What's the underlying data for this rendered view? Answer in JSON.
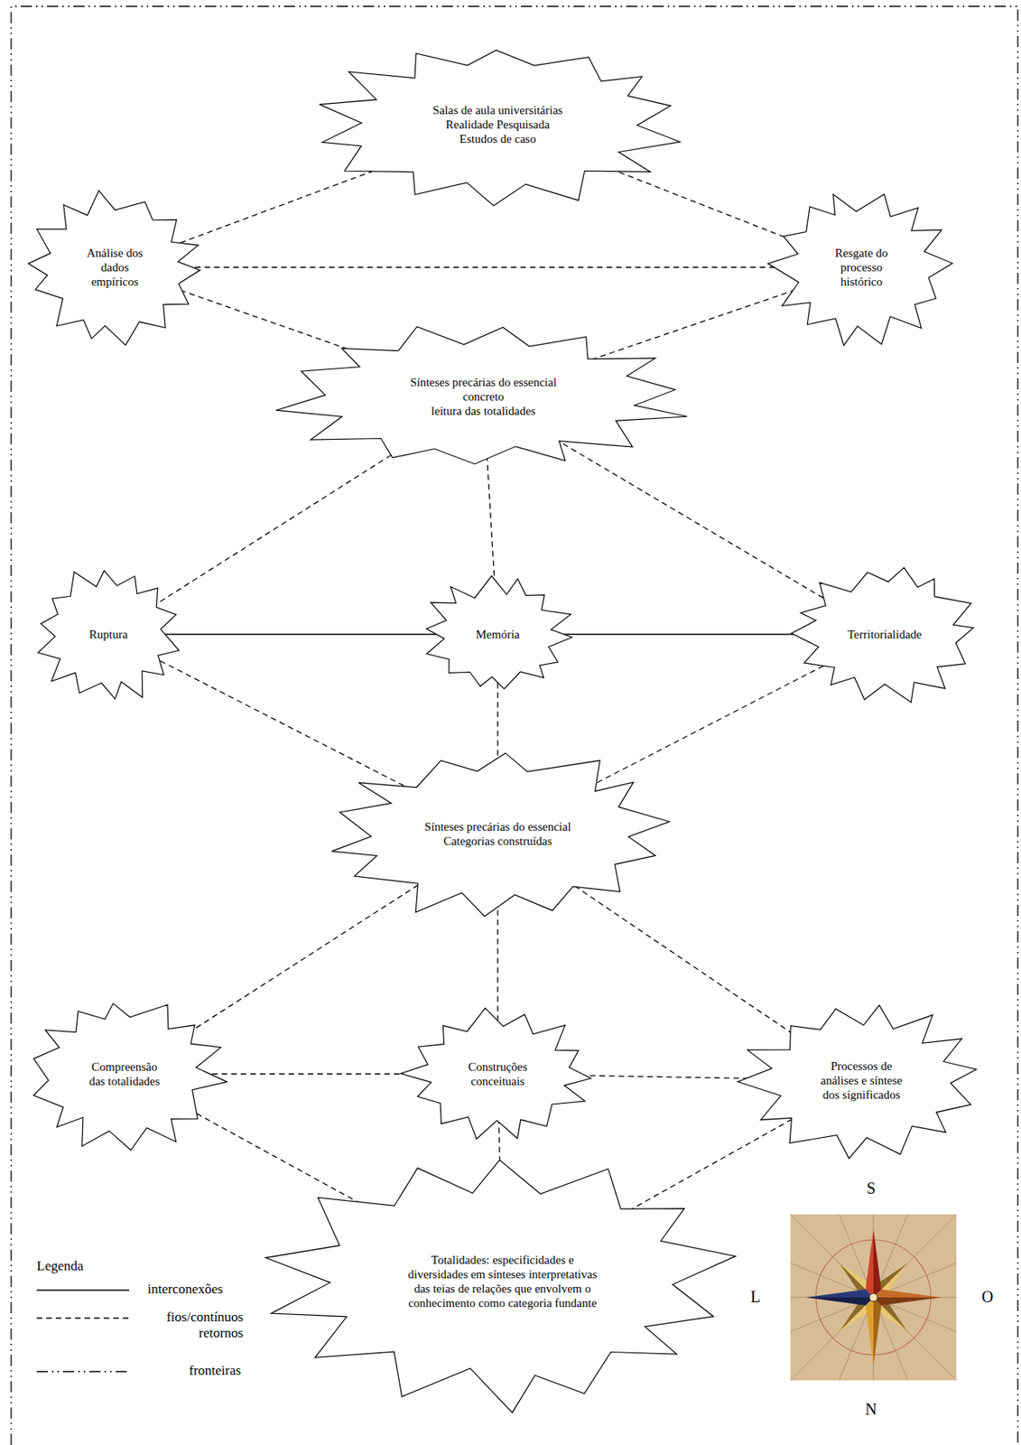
{
  "diagram": {
    "nodes": [
      {
        "text": [
          "Salas de aula universitárias",
          "Realidade Pesquisada",
          "Estudos de caso"
        ]
      },
      {
        "text": [
          "Análise dos dados empíricos"
        ]
      },
      {
        "text": [
          "Resgate do processo histórico"
        ]
      },
      {
        "text": [
          "Sínteses precárias do essencial concreto",
          "leitura das totalidades"
        ]
      },
      {
        "text": [
          "Ruptura"
        ]
      },
      {
        "text": [
          "Memória"
        ]
      },
      {
        "text": [
          "Territorialidade"
        ]
      },
      {
        "text": [
          "Sínteses precárias do essencial",
          "Categorias construídas"
        ]
      },
      {
        "text": [
          "Compreensão das totalidades"
        ]
      },
      {
        "text": [
          "Construções conceituais"
        ]
      },
      {
        "text": [
          "Processos de análises e síntese dos significados"
        ]
      },
      {
        "text": [
          "Totalidades: especificidades e diversidades em sínteses interpretativas das teias de relações que envolvem o conhecimento como categoria fundante"
        ]
      }
    ],
    "edges": [
      {
        "from": 0,
        "to": 1,
        "arrow": "none"
      },
      {
        "from": 0,
        "to": 2,
        "arrow": "none"
      },
      {
        "from": 1,
        "to": 2,
        "arrow": "none"
      },
      {
        "from": 1,
        "to": 3,
        "arrow": "none"
      },
      {
        "from": 2,
        "to": 3,
        "arrow": "none"
      },
      {
        "from": 3,
        "to": 4,
        "arrow": "none"
      },
      {
        "from": 3,
        "to": 5,
        "arrow": "none"
      },
      {
        "from": 3,
        "to": 6,
        "arrow": "none"
      },
      {
        "from": 4,
        "to": 5,
        "arrow": "none"
      },
      {
        "from": 5,
        "to": 6,
        "arrow": "none"
      },
      {
        "from": 4,
        "to": 7,
        "arrow": "none"
      },
      {
        "from": 5,
        "to": 7,
        "arrow": "none"
      },
      {
        "from": 6,
        "to": 7,
        "arrow": "none"
      },
      {
        "from": 7,
        "to": 8,
        "arrow": "none"
      },
      {
        "from": 7,
        "to": 9,
        "arrow": "none"
      },
      {
        "from": 7,
        "to": 10,
        "arrow": "none"
      },
      {
        "from": 8,
        "to": 9,
        "arrow": "none"
      },
      {
        "from": 9,
        "to": 10,
        "arrow": "none"
      },
      {
        "from": 8,
        "to": 11,
        "arrow": "none"
      },
      {
        "from": 9,
        "to": 11,
        "arrow": "none"
      },
      {
        "from": 10,
        "to": 11,
        "arrow": "none"
      }
    ],
    "labels": [
      "Legenda",
      "S",
      "L",
      "O",
      "N"
    ],
    "legend": [
      {
        "text": "interconexões"
      },
      {
        "text": "fios/contínuos retornos"
      },
      {
        "text": "fronteiras"
      }
    ]
  }
}
